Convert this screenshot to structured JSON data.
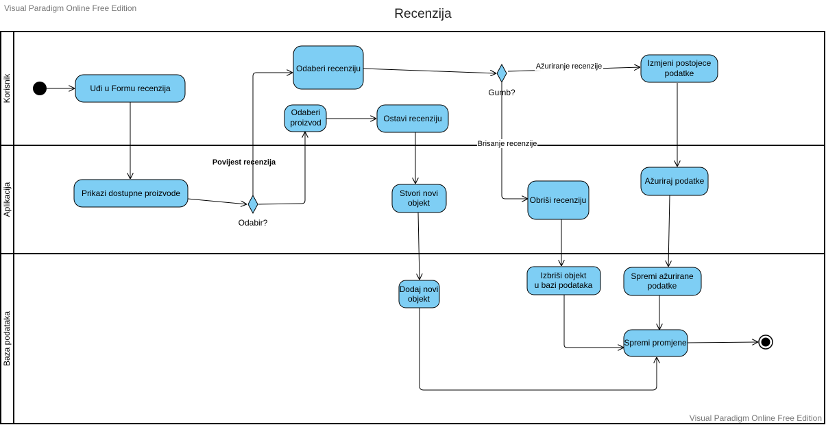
{
  "watermark_top": "Visual Paradigm Online Free Edition",
  "watermark_bottom": "Visual Paradigm Online Free Edition",
  "title": "Recenzija",
  "colors": {
    "activity_fill": "#7ECEF4",
    "stroke": "#000000"
  },
  "lanes": {
    "korisnik": "Korisnik",
    "aplikacija": "Aplikacija",
    "baza": "Baza podataka"
  },
  "nodes": {
    "udi_u_formu": "Uđi u Formu recenzija",
    "prikazi_proizvode": "Prikazi dostupne proizvode",
    "odaberi_recenziju": "Odaberi recenziju",
    "odaberi_proizvod_1": "Odaberi",
    "odaberi_proizvod_2": "proizvod",
    "ostavi_recenziju": "Ostavi recenziju",
    "stvori_objekt_1": "Stvori novi",
    "stvori_objekt_2": "objekt",
    "dodaj_objekt_1": "Dodaj novi",
    "dodaj_objekt_2": "objekt",
    "obrisi_recenziju": "Obriši recenziju",
    "izbrisi_objekt_1": "Izbriši objekt",
    "izbrisi_objekt_2": "u bazi podataka",
    "izmijeni_1": "Izmjeni postojece",
    "izmijeni_2": "podatke",
    "azuriraj": "Ažuriraj podatke",
    "spremi_azurirane_1": "Spremi ažurirane",
    "spremi_azurirane_2": "podatke",
    "spremi_promjene": "Spremi promjene"
  },
  "decisions": {
    "odabir": "Odabir?",
    "gumb": "Gumb?"
  },
  "flow_labels": {
    "povijest": "Povijest recenzija",
    "azuriranje": "Ažuriranje recenzije",
    "brisanje": "Brisanje recenzije"
  }
}
